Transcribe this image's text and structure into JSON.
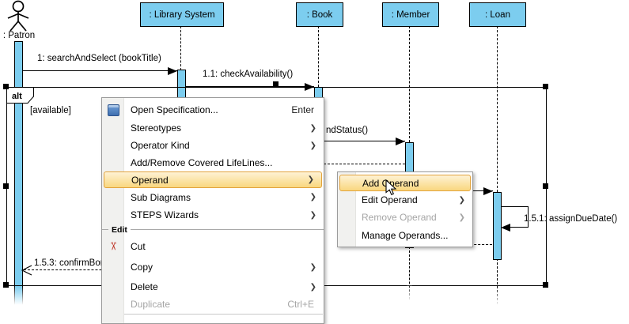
{
  "diagram": {
    "actor_label": ": Patron",
    "lifelines": [
      ": Library System",
      ": Book",
      ": Member",
      ": Loan"
    ],
    "fragment": {
      "operator": "alt",
      "guard": "[available]"
    },
    "messages": {
      "m1": "1: searchAndSelect (bookTitle)",
      "m2": "1.1: checkAvailability()",
      "m3_partial": "ndStatus()",
      "m6": "1.5.1: assignDueDate()",
      "m8_partial": "1.5.3: confirmBorr"
    }
  },
  "context_menu": {
    "items": [
      {
        "label": "Open Specification...",
        "shortcut": "Enter",
        "icon": "open-specification-icon"
      },
      {
        "label": "Stereotypes",
        "submenu": true
      },
      {
        "label": "Operator Kind",
        "submenu": true
      },
      {
        "label": "Add/Remove Covered LifeLines..."
      },
      {
        "label": "Operand",
        "submenu": true,
        "highlighted": true
      },
      {
        "label": "Sub Diagrams",
        "submenu": true
      },
      {
        "label": "STEPS Wizards",
        "submenu": true
      }
    ],
    "edit_group_label": "Edit",
    "edit_items": [
      {
        "label": "Cut",
        "icon": "cut-icon"
      },
      {
        "label": "Copy",
        "submenu": true
      },
      {
        "label": "Delete",
        "submenu": true
      },
      {
        "label": "Duplicate",
        "shortcut": "Ctrl+E",
        "disabled": true
      }
    ]
  },
  "submenu": {
    "items": [
      {
        "label": "Add Operand",
        "highlighted": true
      },
      {
        "label": "Edit Operand",
        "submenu": true
      },
      {
        "label": "Remove Operand",
        "submenu": true,
        "disabled": true
      },
      {
        "label": "Manage Operands..."
      }
    ]
  },
  "colors": {
    "lifeline_fill": "#7ccdef",
    "highlight_fill": "#f9d77f",
    "highlight_border": "#e2a33c",
    "disabled_text": "#a5a5a5"
  }
}
